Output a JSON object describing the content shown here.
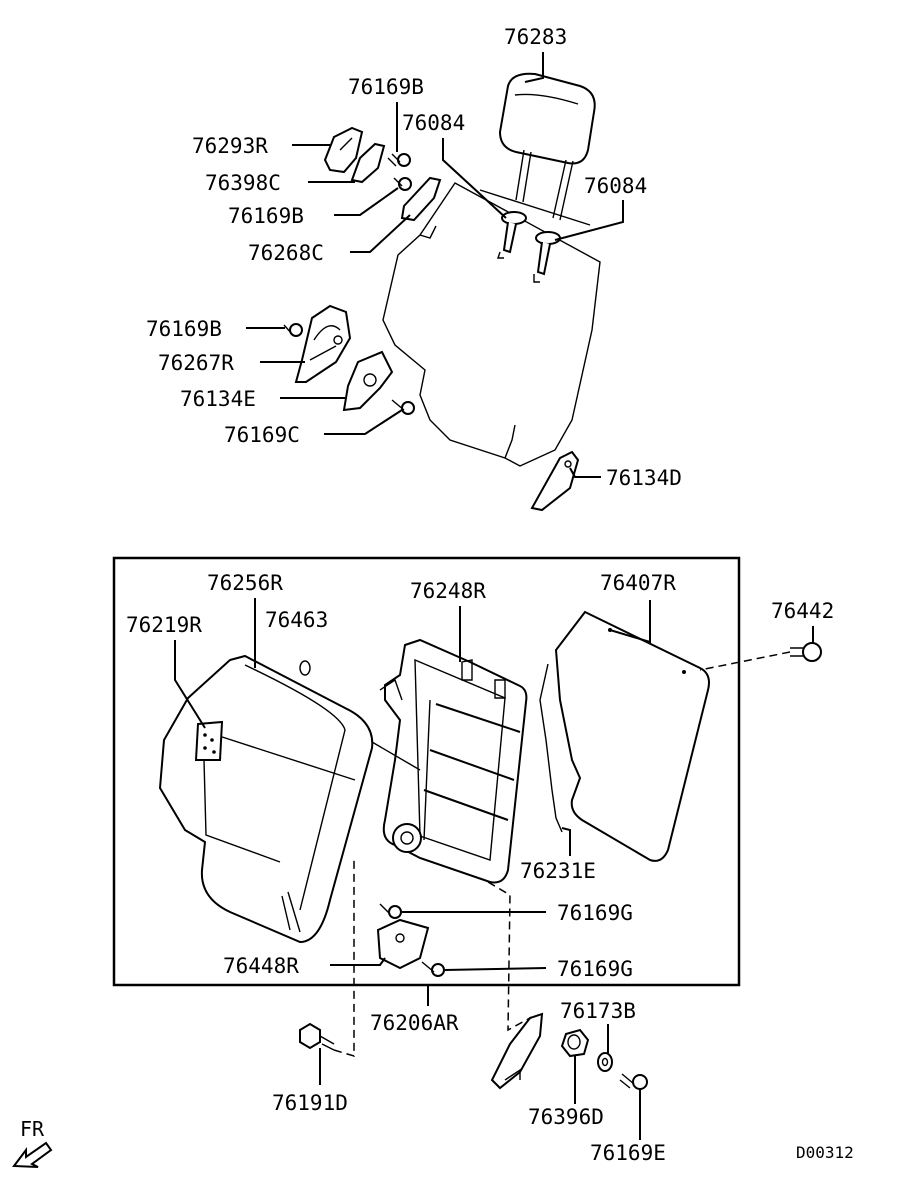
{
  "labels": {
    "p76283": "76283",
    "p76169B_top": "76169B",
    "p76084_left": "76084",
    "p76084_right": "76084",
    "p76293R": "76293R",
    "p76398C": "76398C",
    "p76169B_mid": "76169B",
    "p76268C": "76268C",
    "p76169B_low": "76169B",
    "p76267R": "76267R",
    "p76134E": "76134E",
    "p76169C": "76169C",
    "p76134D": "76134D",
    "p76256R": "76256R",
    "p76248R": "76248R",
    "p76407R": "76407R",
    "p76442": "76442",
    "p76219R": "76219R",
    "p76463": "76463",
    "p76231E": "76231E",
    "p76169G_upper": "76169G",
    "p76448R": "76448R",
    "p76169G_lower": "76169G",
    "p76206AR": "76206AR",
    "p76173B": "76173B",
    "p76191D": "76191D",
    "p76396D": "76396D",
    "p76169E": "76169E"
  },
  "direction_label": "FR",
  "drawing_number": "D00312",
  "icons": {
    "direction": "front-arrow-icon"
  }
}
